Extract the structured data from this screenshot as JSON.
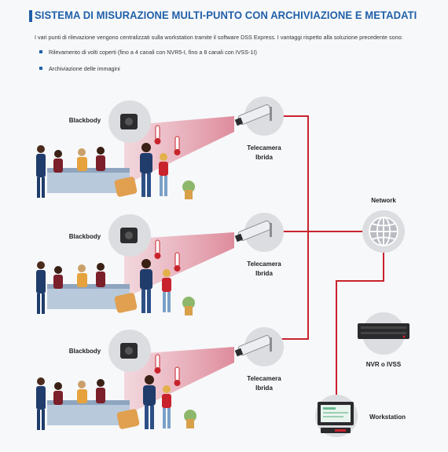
{
  "header": {
    "title": "SISTEMA DI MISURAZIONE MULTI-PUNTO CON ARCHIVIAZIONE E METADATI",
    "intro": "I vari punti di rilevazione vengono centralizzati sulla workstation tramite il software DSS Express. I vantaggi rispetto alla soluzione precedente sono:",
    "bullets": [
      "Rilevamento di volti coperti (fino a 4 canali con NVR5-I, fino a 8 canali con IVSS-1I)",
      "Archiviazione delle immagini"
    ]
  },
  "stations": [
    {
      "blackbody_label": "Blackbody",
      "camera_label_line1": "Telecamera",
      "camera_label_line2": "Ibrida"
    },
    {
      "blackbody_label": "Blackbody",
      "camera_label_line1": "Telecamera",
      "camera_label_line2": "Ibrida"
    },
    {
      "blackbody_label": "Blackbody",
      "camera_label_line1": "Telecamera",
      "camera_label_line2": "Ibrida"
    }
  ],
  "network": {
    "network_label": "Network",
    "nvr_label": "NVR o IVSS",
    "workstation_label": "Workstation"
  },
  "colors": {
    "accent_blue": "#1f5fa8",
    "title_blue": "#1f5fa8",
    "cable_red": "#c8232c",
    "beam_pink": "#e8a0ad",
    "circle_gray": "#dcdde0"
  },
  "icons": [
    "blackbody-icon",
    "thermometer-icon",
    "hybrid-camera-icon",
    "network-globe-icon",
    "nvr-icon",
    "workstation-icon"
  ]
}
